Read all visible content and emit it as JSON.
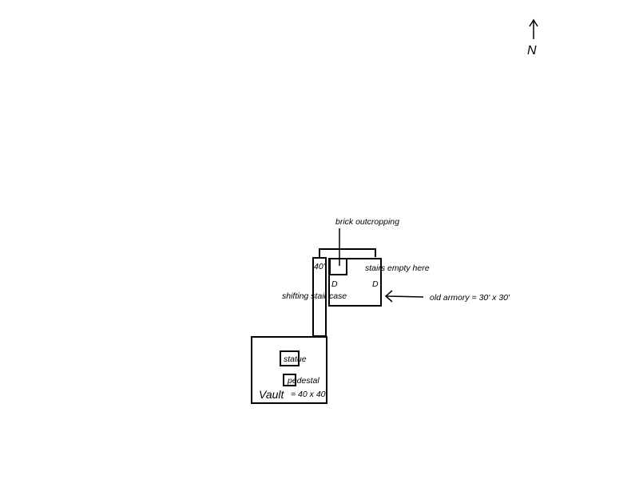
{
  "compass": {
    "label": "N",
    "icon": "north-arrow-icon"
  },
  "labels": {
    "brick_outcropping": "brick outcropping",
    "stairs_empty": "stairs empty here",
    "shifting_staircase": "shifting stair case",
    "old_armory": "old armory = 30' x 30'",
    "forty": "40'",
    "door_left": "D",
    "door_right": "D",
    "statue": "statue",
    "pedestal": "pedestal",
    "vault": "Vault",
    "vault_size": "= 40 x 40"
  },
  "colors": {
    "line": "#000000",
    "background": "#ffffff"
  }
}
